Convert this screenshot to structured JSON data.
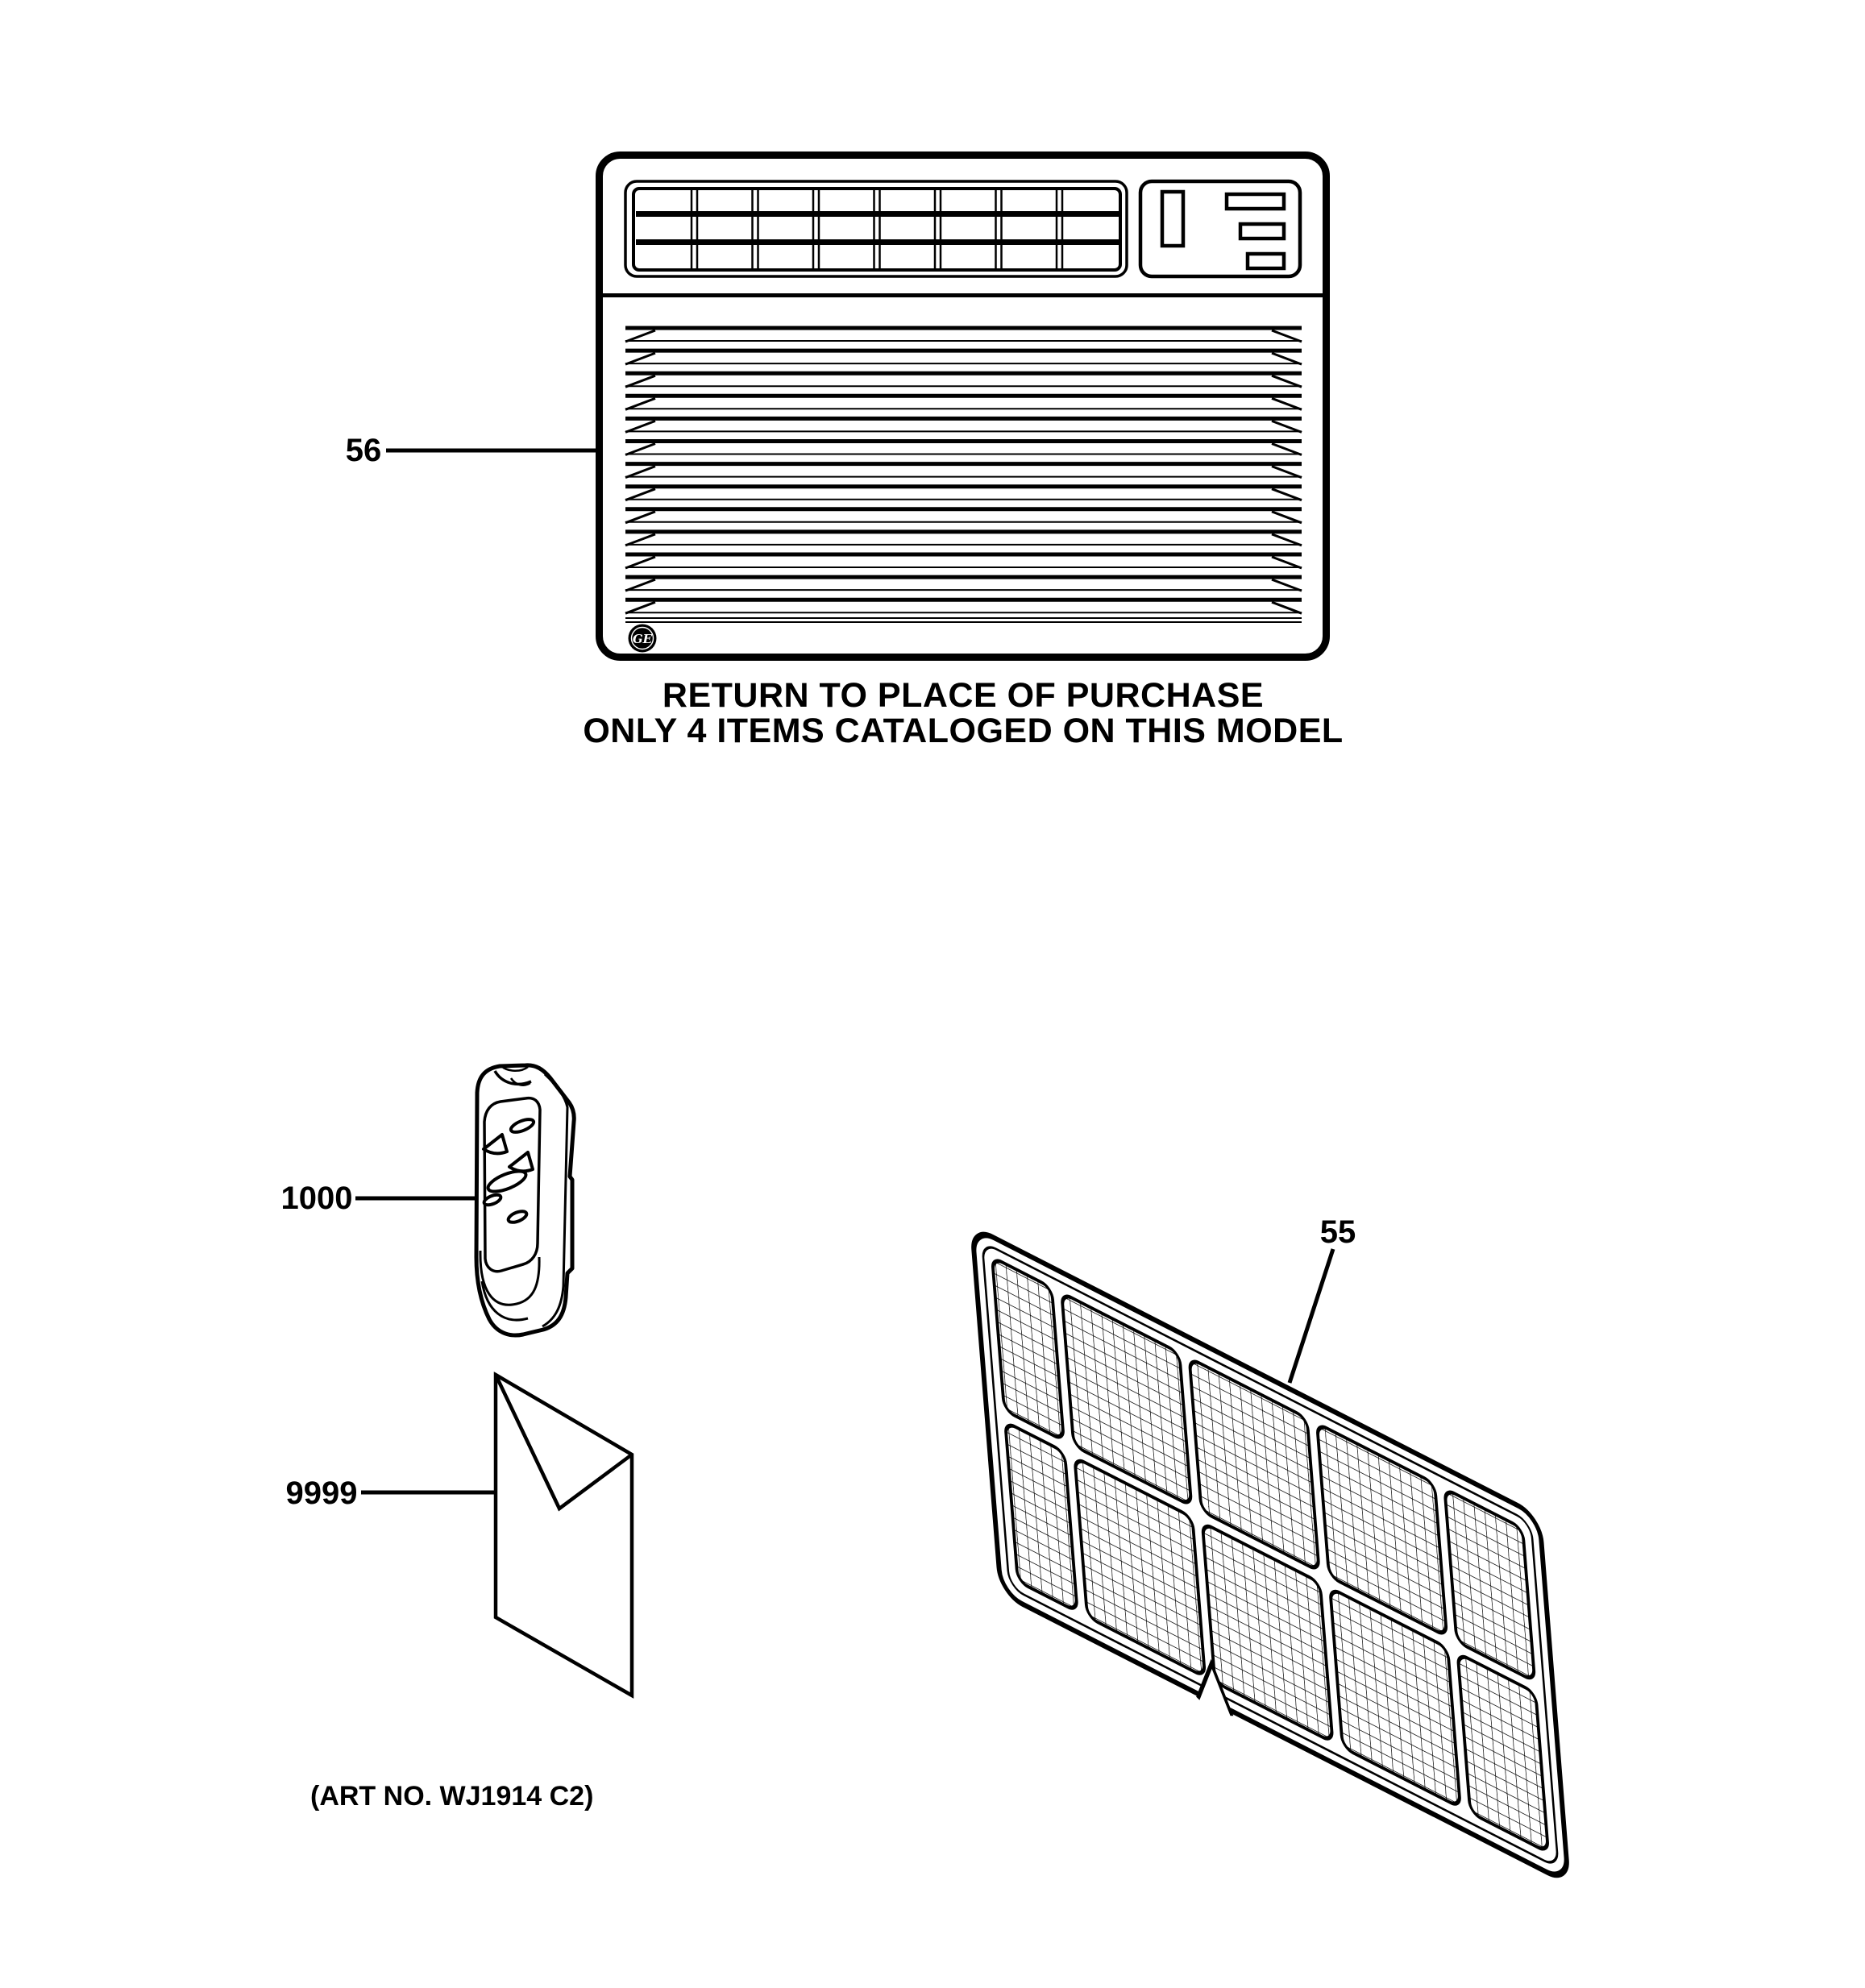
{
  "page": {
    "background": "#ffffff",
    "ink_color": "#000000",
    "caption": {
      "line1": "RETURN TO PLACE OF PURCHASE",
      "line2": "ONLY 4 ITEMS CATALOGED ON THIS MODEL"
    },
    "art_number": "(ART NO. WJ1914 C2)",
    "brand": {
      "logo_icon": "ge-monogram-logo",
      "monogram": "GE"
    },
    "parts": [
      {
        "number": "56",
        "name": "room air conditioner unit"
      },
      {
        "number": "1000",
        "name": "remote control"
      },
      {
        "number": "9999",
        "name": "literature envelope"
      },
      {
        "number": "55",
        "name": "air filter"
      }
    ]
  }
}
